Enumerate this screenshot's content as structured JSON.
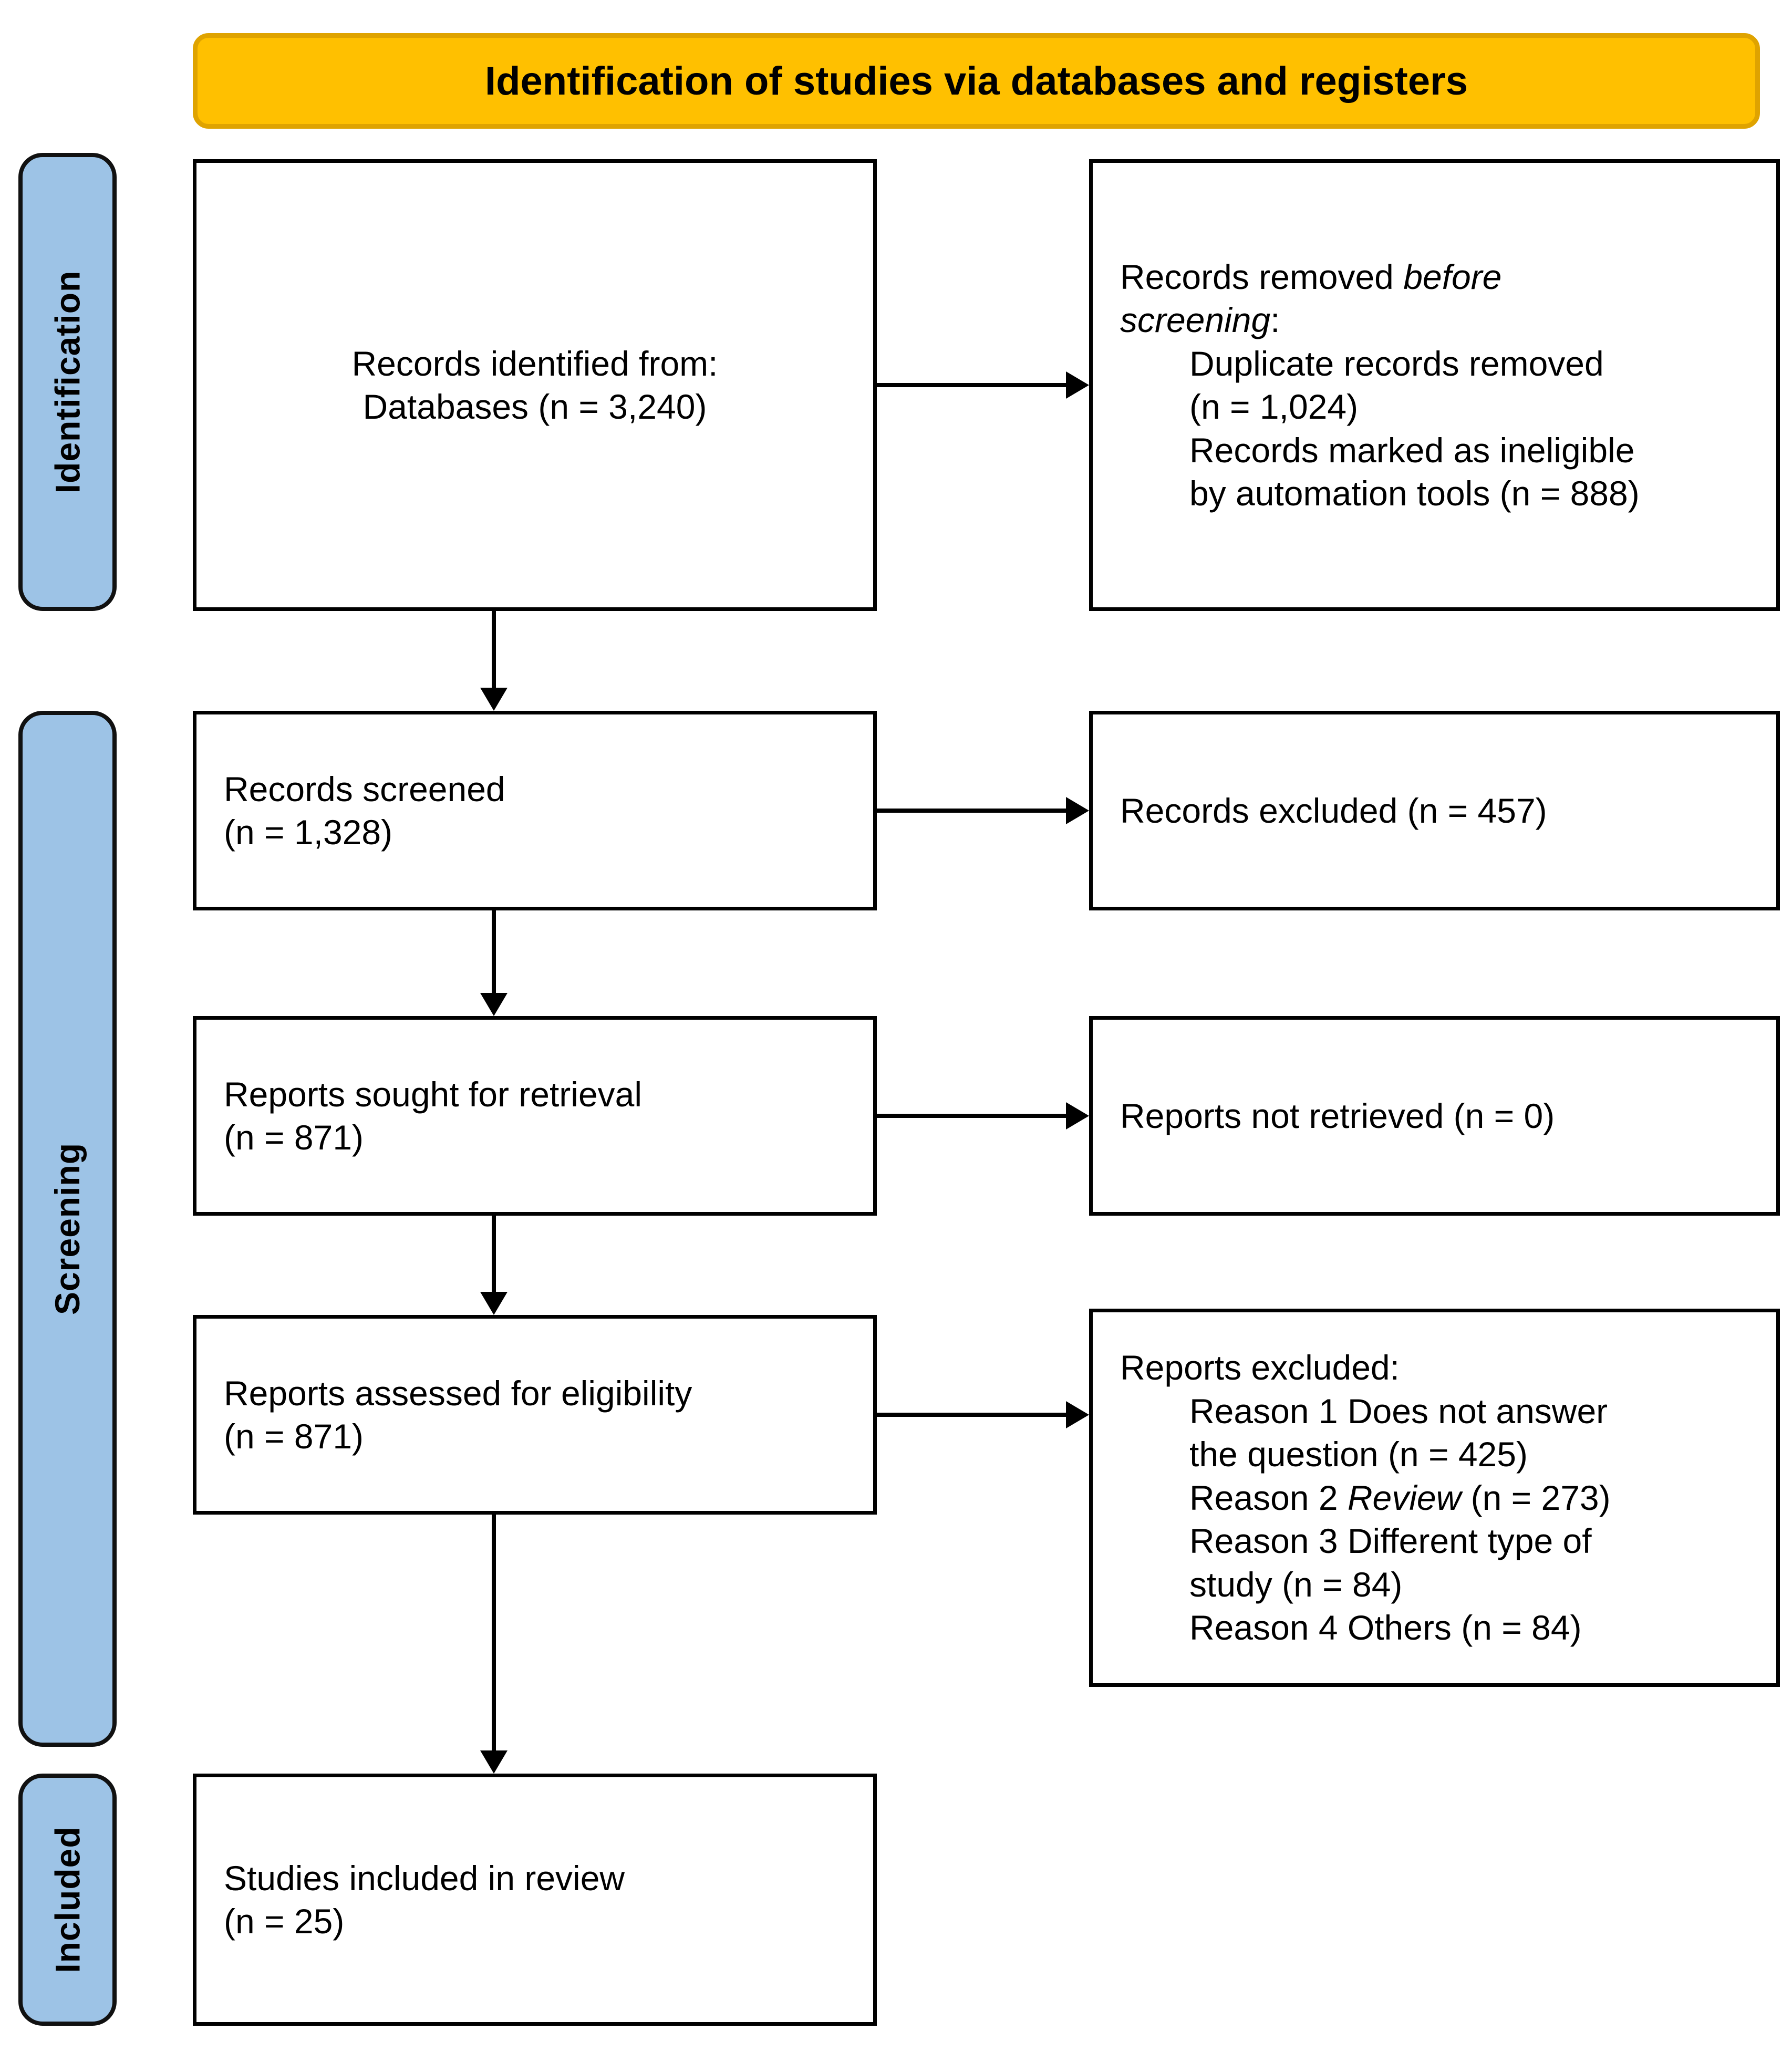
{
  "title": "Identification of studies via databases and registers",
  "colors": {
    "title_fill": "#FFC000",
    "title_border": "#DFA300",
    "stage_fill": "#9DC3E6",
    "stage_border": "#111111",
    "box_border": "#000000",
    "arrow": "#000000"
  },
  "stages": [
    {
      "label": "Identification"
    },
    {
      "label": "Screening"
    },
    {
      "label": "Included"
    }
  ],
  "boxes": {
    "records_identified": {
      "line1": "Records identified from:",
      "line2": "Databases (n = 3,240)"
    },
    "records_removed": {
      "line1_normal": "Records removed ",
      "line1_italic": "before",
      "line2_italic": "screening",
      "line2_normal": ":",
      "item1_line1": "Duplicate records removed",
      "item1_line2": "(n = 1,024)",
      "item2_line1": "Records marked as ineligible",
      "item2_line2": "by automation tools (n = 888)"
    },
    "records_screened": {
      "line1": "Records screened",
      "line2": "(n = 1,328)"
    },
    "records_excluded": {
      "line1": "Records excluded (n = 457)"
    },
    "reports_sought": {
      "line1": "Reports sought for retrieval",
      "line2": "(n = 871)"
    },
    "reports_not_retrieved": {
      "line1": "Reports not retrieved (n = 0)"
    },
    "reports_assessed": {
      "line1": "Reports assessed for eligibility",
      "line2": "(n = 871)"
    },
    "reports_excluded": {
      "header": "Reports excluded:",
      "reason1_line1": "Reason 1 Does not answer",
      "reason1_line2": "the question (n = 425)",
      "reason2_prefix": "Reason 2 ",
      "reason2_italic": "Review",
      "reason2_suffix": " (n = 273)",
      "reason3_line1": "Reason 3 Different type of",
      "reason3_line2": "study (n = 84)",
      "reason4": "Reason 4 Others (n = 84)"
    },
    "studies_included": {
      "line1": "Studies included in review",
      "line2": "(n = 25)"
    }
  }
}
